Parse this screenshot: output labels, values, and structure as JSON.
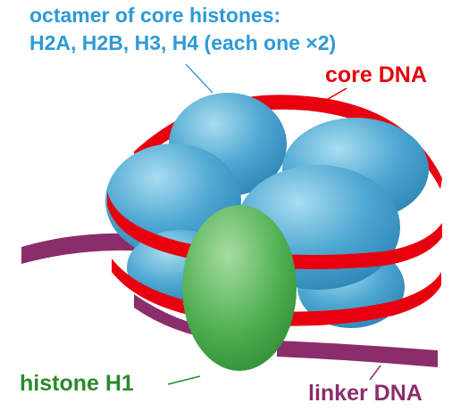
{
  "labels": {
    "octamer_line1": "octamer of core histones:",
    "octamer_line2": "H2A, H2B, H3, H4 (each one ×2)",
    "core_dna": "core DNA",
    "histone_h1": "histone H1",
    "linker_dna": "linker DNA"
  },
  "colors": {
    "octamer_label": "#2E9AD6",
    "core_dna": "#E8000E",
    "histone_h1": "#2A8A2A",
    "linker_dna": "#8B2D6B",
    "histone_blue_light": "#A8DDF0",
    "histone_blue_dark": "#2D86B6",
    "h1_green_light": "#A6DDA0",
    "h1_green_dark": "#2E8A33"
  }
}
